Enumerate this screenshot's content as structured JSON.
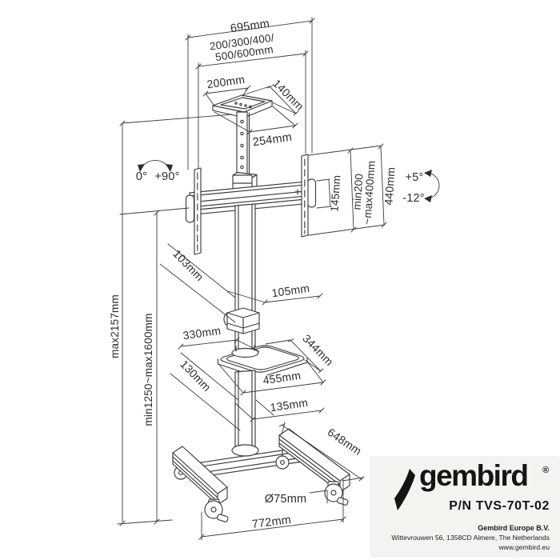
{
  "colors": {
    "line": "#3c3c3c",
    "text": "#2d2d2d",
    "panel_bg": "#f3f3f0",
    "logo": "#151515"
  },
  "dimensions": {
    "total_width": "695mm",
    "vesa_width_line1": "200/300/400/",
    "vesa_width_line2": "500/600mm",
    "top_plate_width": "200mm",
    "top_plate_depth": "140mm",
    "drop_bracket_length": "254mm",
    "column_depth": "103mm",
    "column_width": "105mm",
    "shelf_offset": "330mm",
    "shelf_depth": "344mm",
    "shelf_width": "455mm",
    "shelf_clearance": "130mm",
    "lower_column_width": "135mm",
    "height_adjust_range": "min1250~max1600mm",
    "max_total_height": "max2157mm",
    "bracket_inner_height": "145mm",
    "vesa_height_line1": "min200",
    "vesa_height_line2": "~max400mm",
    "bracket_height": "440mm",
    "base_depth": "648mm",
    "caster_diameter": "Ø75mm",
    "base_width": "772mm"
  },
  "angles": {
    "rotation_min": "0°",
    "rotation_max": "+90°",
    "tilt_up": "+5°",
    "tilt_down": "-12°"
  },
  "brand": {
    "logo": "gembird",
    "registered": "®",
    "part_number": "P/N TVS-70T-02",
    "company": "Gembird Europe B.V.",
    "address": "Wittevrouwen 56, 1358CD Almere, The Netherlands",
    "website": "www.gembird.eu"
  }
}
